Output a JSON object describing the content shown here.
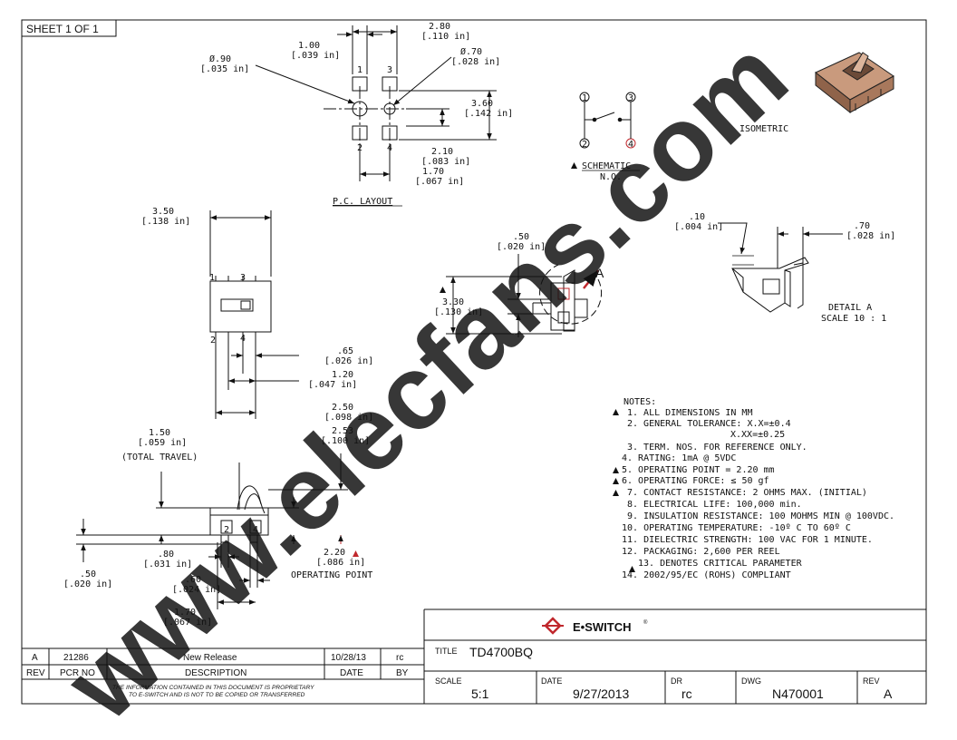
{
  "sheet": "SHEET 1 OF 1",
  "pc_layout": {
    "title": "P.C. LAYOUT",
    "dim_1_00": "1.00",
    "dim_1_00_in": "[.039 in]",
    "dim_2_80": "2.80",
    "dim_2_80_in": "[.110 in]",
    "dim_d90": "Ø.90",
    "dim_d90_in": "[.035 in]",
    "dim_d70": "Ø.70",
    "dim_d70_in": "[.028 in]",
    "dim_3_60": "3.60",
    "dim_3_60_in": "[.142 in]",
    "dim_2_10": "2.10",
    "dim_2_10_in": "[.083 in]",
    "dim_1_70": "1.70",
    "dim_1_70_in": "[.067 in]",
    "pins": [
      "1",
      "3",
      "2",
      "4"
    ]
  },
  "schematic": {
    "title": "SCHEMATIC",
    "subtitle": "N.O.",
    "pins": [
      "1",
      "3",
      "2",
      "4"
    ]
  },
  "isometric": {
    "label": "ISOMETRIC"
  },
  "top_view": {
    "dim_3_50": "3.50",
    "dim_3_50_in": "[.138 in]",
    "dim_65": ".65",
    "dim_65_in": "[.026 in]",
    "dim_1_20": "1.20",
    "dim_1_20_in": "[.047 in]",
    "dim_2_50": "2.50",
    "dim_2_50_in": "[.098 in]",
    "pins": [
      "1",
      "3",
      "2",
      "4"
    ]
  },
  "side_view": {
    "dim_50": ".50",
    "dim_50_in": "[.020 in]",
    "dim_3_30": "3.30",
    "dim_3_30_in": "[.130 in]",
    "detail_marker": "A"
  },
  "detail_a": {
    "dim_10": ".10",
    "dim_10_in": "[.004 in]",
    "dim_70": ".70",
    "dim_70_in": "[.028 in]",
    "title": "DETAIL  A",
    "scale": "SCALE 10 : 1"
  },
  "front_view": {
    "dim_1_50": "1.50",
    "dim_1_50_in": "[.059 in]",
    "dim_1_50_note": "(TOTAL TRAVEL)",
    "dim_2_53": "2.53",
    "dim_2_53_in": "[.100 in]",
    "dim_50": ".50",
    "dim_50_in": "[.020 in]",
    "dim_80": ".80",
    "dim_80_in": "[.031 in]",
    "dim_60": ".60",
    "dim_60_in": "[.024 in]",
    "dim_1_70": "1.70",
    "dim_1_70_in": "[.067 in]",
    "dim_2_20": "2.20",
    "dim_2_20_in": "[.086 in]",
    "operating_point": "OPERATING POINT",
    "pins": [
      "2",
      "4"
    ]
  },
  "notes": {
    "heading": "NOTES:",
    "items": [
      "1. ALL DIMENSIONS IN MM",
      "2. GENERAL TOLERANCE: X.X=±0.4",
      "X.XX=±0.25",
      "3. TERM. NOS. FOR REFERENCE ONLY.",
      "4. RATING: 1mA @ 5VDC",
      "5. OPERATING POINT = 2.20 mm",
      "6. OPERATING FORCE: ≤ 50 gf",
      "7. CONTACT RESISTANCE: 2 OHMS MAX. (INITIAL)",
      "8. ELECTRICAL LIFE: 100,000 min.",
      "9. INSULATION RESISTANCE: 100 MOHMS MIN @ 100VDC.",
      "10. OPERATING TEMPERATURE: -10º C TO 60º C",
      "11. DIELECTRIC STRENGTH: 100 VAC FOR 1 MINUTE.",
      "12. PACKAGING: 2,600 PER REEL",
      "13. DENOTES CRITICAL PARAMETER",
      "14. 2002/95/EC (ROHS) COMPLIANT"
    ]
  },
  "revision_table": {
    "row": {
      "rev": "A",
      "pcr": "21286",
      "desc": "New Release",
      "date": "10/28/13",
      "by": "rc"
    },
    "headers": {
      "rev": "REV",
      "pcr": "PCR NO",
      "desc": "DESCRIPTION",
      "date": "DATE",
      "by": "BY"
    },
    "notice_line1": "THE INFORMATION CONTAINED IN THIS DOCUMENT IS PROPRIETARY",
    "notice_line2": "TO E-SWITCH AND IS NOT TO BE COPIED OR TRANSFERRED"
  },
  "title_block": {
    "brand": "E•SWITCH",
    "brand_mark": "®",
    "title_label": "TITLE",
    "title": "TD4700BQ",
    "scale_label": "SCALE",
    "scale": "5:1",
    "date_label": "DATE",
    "date": "9/27/2013",
    "dr_label": "DR",
    "dr": "rc",
    "dwg_label": "DWG",
    "dwg": "N470001",
    "rev_label": "REV",
    "rev": "A"
  },
  "watermark": "www.elecfans.com",
  "colors": {
    "accent": "#c0282d",
    "line": "#111111",
    "iso_body": "#b9896f"
  }
}
